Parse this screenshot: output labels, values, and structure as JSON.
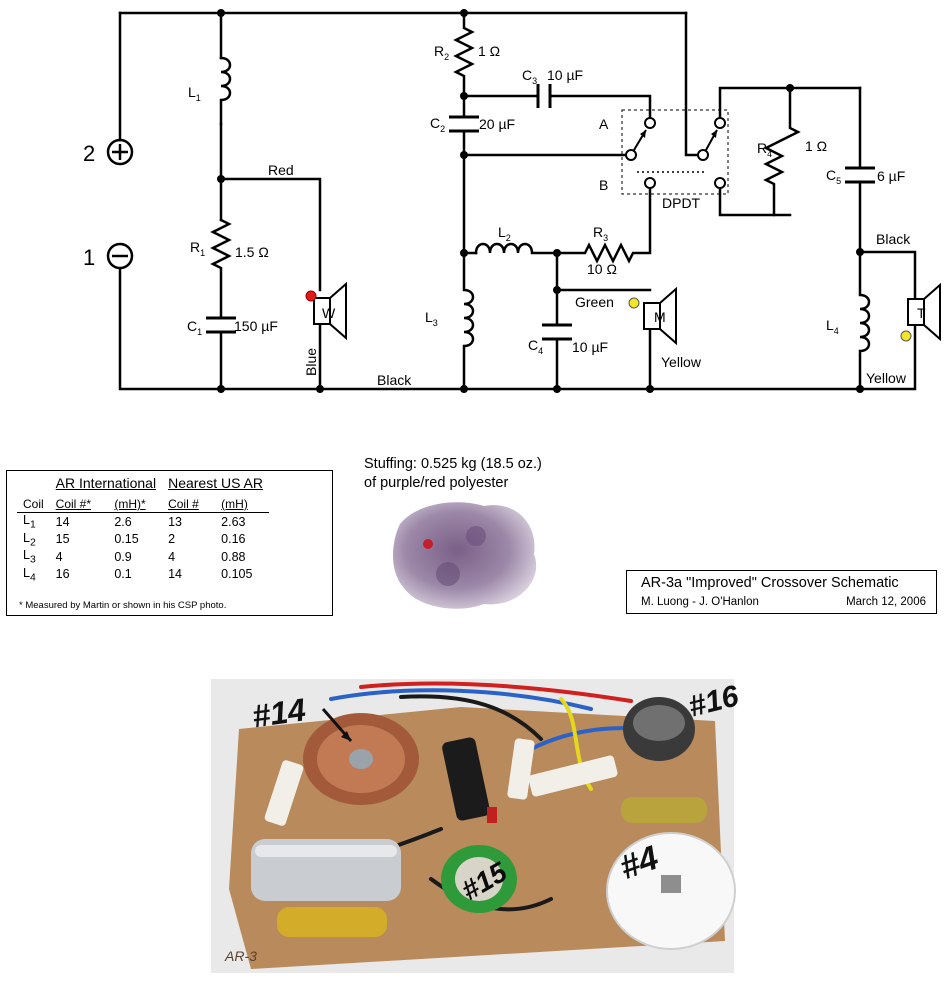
{
  "schematic": {
    "terminals": {
      "positive": "2",
      "negative": "1"
    },
    "components": {
      "L1": {
        "name": "L",
        "sub": "1"
      },
      "L2": {
        "name": "L",
        "sub": "2"
      },
      "L3": {
        "name": "L",
        "sub": "3"
      },
      "L4": {
        "name": "L",
        "sub": "4"
      },
      "R1": {
        "name": "R",
        "sub": "1",
        "value": "1.5 Ω"
      },
      "R2": {
        "name": "R",
        "sub": "2",
        "value": "1 Ω"
      },
      "R3": {
        "name": "R",
        "sub": "3",
        "value": "10 Ω"
      },
      "R4": {
        "name": "R",
        "sub": "4",
        "value": "1 Ω"
      },
      "C1": {
        "name": "C",
        "sub": "1",
        "value": "150 µF"
      },
      "C2": {
        "name": "C",
        "sub": "2",
        "value": "20 µF"
      },
      "C3": {
        "name": "C",
        "sub": "3",
        "value": "10 µF"
      },
      "C4": {
        "name": "C",
        "sub": "4",
        "value": "10 µF"
      },
      "C5": {
        "name": "C",
        "sub": "5",
        "value": "6 µF"
      }
    },
    "switch": {
      "label": "DPDT",
      "pos_a": "A",
      "pos_b": "B"
    },
    "drivers": {
      "woofer": "W",
      "midrange": "M",
      "tweeter": "T"
    },
    "wire_labels": {
      "red": "Red",
      "blue": "Blue",
      "black_bottom": "Black",
      "green": "Green",
      "yellow_mid": "Yellow",
      "black_tweeter": "Black",
      "yellow_tweeter": "Yellow"
    },
    "colors": {
      "red_dot": "#e11a1a",
      "yellow_dot": "#f2e626"
    }
  },
  "coil_table": {
    "group_international": "AR International",
    "group_us": "Nearest US AR",
    "headers": {
      "coil": "Coil",
      "coil_no_marked": "Coil #*",
      "mh_marked": "(mH)*",
      "coil_no": "Coil #",
      "mh": "(mH)"
    },
    "rows": [
      {
        "name": "L",
        "sub": "1",
        "intl_no": "14",
        "intl_mh": "2.6",
        "us_no": "13",
        "us_mh": "2.63"
      },
      {
        "name": "L",
        "sub": "2",
        "intl_no": "15",
        "intl_mh": "0.15",
        "us_no": "2",
        "us_mh": "0.16"
      },
      {
        "name": "L",
        "sub": "3",
        "intl_no": "4",
        "intl_mh": "0.9",
        "us_no": "4",
        "us_mh": "0.88"
      },
      {
        "name": "L",
        "sub": "4",
        "intl_no": "16",
        "intl_mh": "0.1",
        "us_no": "14",
        "us_mh": "0.105"
      }
    ],
    "footnote": "* Measured by Martin or shown in his CSP photo."
  },
  "stuffing": {
    "text": "Stuffing: 0.525 kg  (18.5 oz.)\nof purple/red polyester"
  },
  "title_block": {
    "title": "AR-3a \"Improved\"  Crossover Schematic",
    "authors": "M. Luong - J. O'Hanlon",
    "date": "March 12, 2006"
  },
  "photo_labels": {
    "coil_14": "#14",
    "coil_16": "#16",
    "coil_15": "#15",
    "coil_4": "#4",
    "board": "AR-3"
  }
}
